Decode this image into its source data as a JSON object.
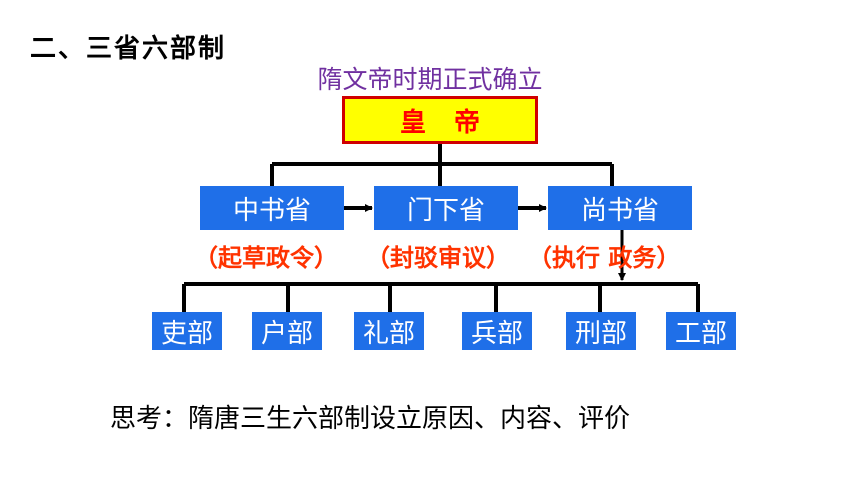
{
  "heading": "二、三省六部制",
  "subtitle": "隋文帝时期正式确立",
  "emperor": "皇帝",
  "provinces": [
    {
      "name": "中书省",
      "function": "（起草政令）"
    },
    {
      "name": "门下省",
      "function": "（封驳审议）"
    },
    {
      "name": "尚书省",
      "function": "（执行 政务）"
    }
  ],
  "ministries": [
    "吏部",
    "户部",
    "礼部",
    "兵部",
    "刑部",
    "工部"
  ],
  "question": "思考：隋唐三生六部制设立原因、内容、评价",
  "colors": {
    "box_blue": "#1f6fe8",
    "emperor_fill": "#ffff00",
    "emperor_border": "#d00000",
    "emperor_text": "#ff0000",
    "function_text": "#ff3300",
    "subtitle": "#7030a0"
  }
}
